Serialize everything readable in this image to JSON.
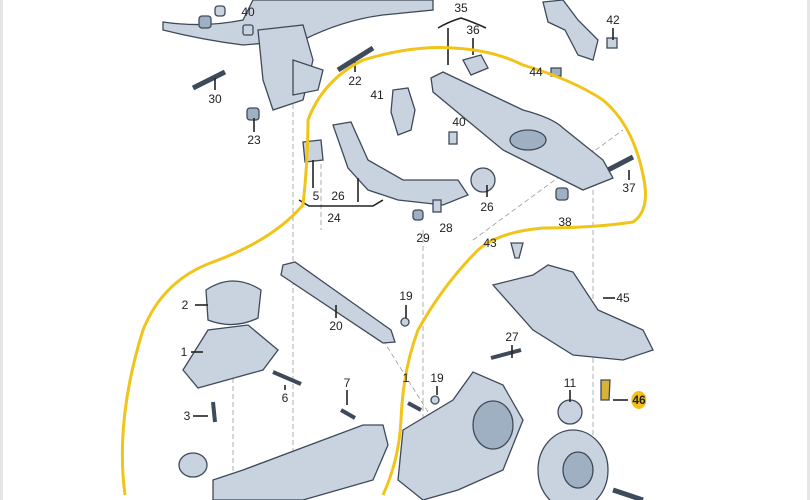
{
  "diagram": {
    "highlight_color": "#f2c21a",
    "outline_color": "#f0c419",
    "labels": [
      "40",
      "35",
      "36",
      "42",
      "44",
      "22",
      "30",
      "41",
      "23",
      "40",
      "5",
      "26",
      "24",
      "26",
      "37",
      "38",
      "29",
      "28",
      "43",
      "2",
      "19",
      "20",
      "45",
      "1",
      "27",
      "6",
      "3",
      "7",
      "1",
      "19",
      "11",
      "46"
    ],
    "highlighted_label": "46"
  }
}
